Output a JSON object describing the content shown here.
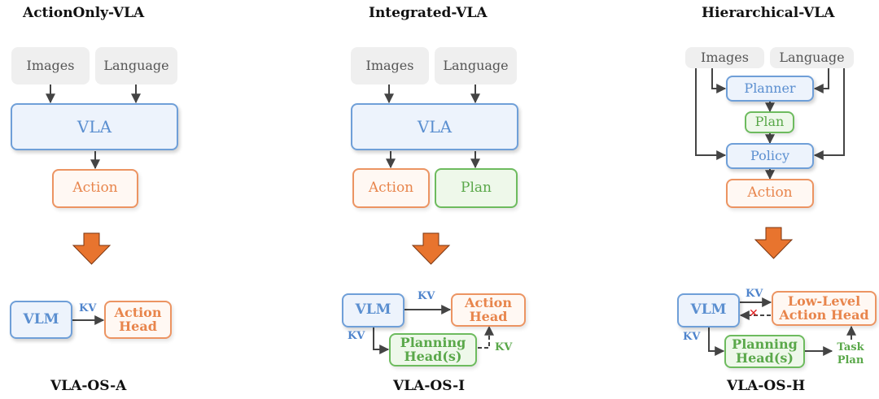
{
  "diagram": {
    "colors": {
      "orange_accent": "#e8742e",
      "blue": "#6f9fd8",
      "orange": "#ec9462",
      "green": "#6dbb5e",
      "input_gray": "#efefef",
      "cross_red": "#e02020"
    },
    "panels": [
      {
        "title": "ActionOnly-VLA",
        "inputs": [
          "Images",
          "Language"
        ],
        "model": "VLA",
        "outputs": [
          "Action"
        ],
        "transform_arrow": "down-arrow",
        "os": {
          "vlm": "VLM",
          "kv_labels": [
            "KV"
          ],
          "action_head": "Action Head",
          "caption": "VLA-OS-A"
        }
      },
      {
        "title": "Integrated-VLA",
        "inputs": [
          "Images",
          "Language"
        ],
        "model": "VLA",
        "outputs": [
          "Action",
          "Plan"
        ],
        "transform_arrow": "down-arrow",
        "os": {
          "vlm": "VLM",
          "kv_labels": [
            "KV",
            "KV",
            "KV"
          ],
          "action_head": "Action Head",
          "planning_head": "Planning Head(s)",
          "caption": "VLA-OS-I"
        }
      },
      {
        "title": "Hierarchical-VLA",
        "inputs": [
          "Images",
          "Language"
        ],
        "planner": "Planner",
        "plan": "Plan",
        "policy": "Policy",
        "outputs": [
          "Action"
        ],
        "transform_arrow": "down-arrow",
        "os": {
          "vlm": "VLM",
          "kv_labels": [
            "KV",
            "KV"
          ],
          "action_head": "Low-Level Action Head",
          "action_head_lines": [
            "Low-Level",
            "Action Head"
          ],
          "planning_head": "Planning Head(s)",
          "task_plan": "Task Plan",
          "blocked_symbol": "✕",
          "caption": "VLA-OS-H"
        }
      }
    ]
  }
}
